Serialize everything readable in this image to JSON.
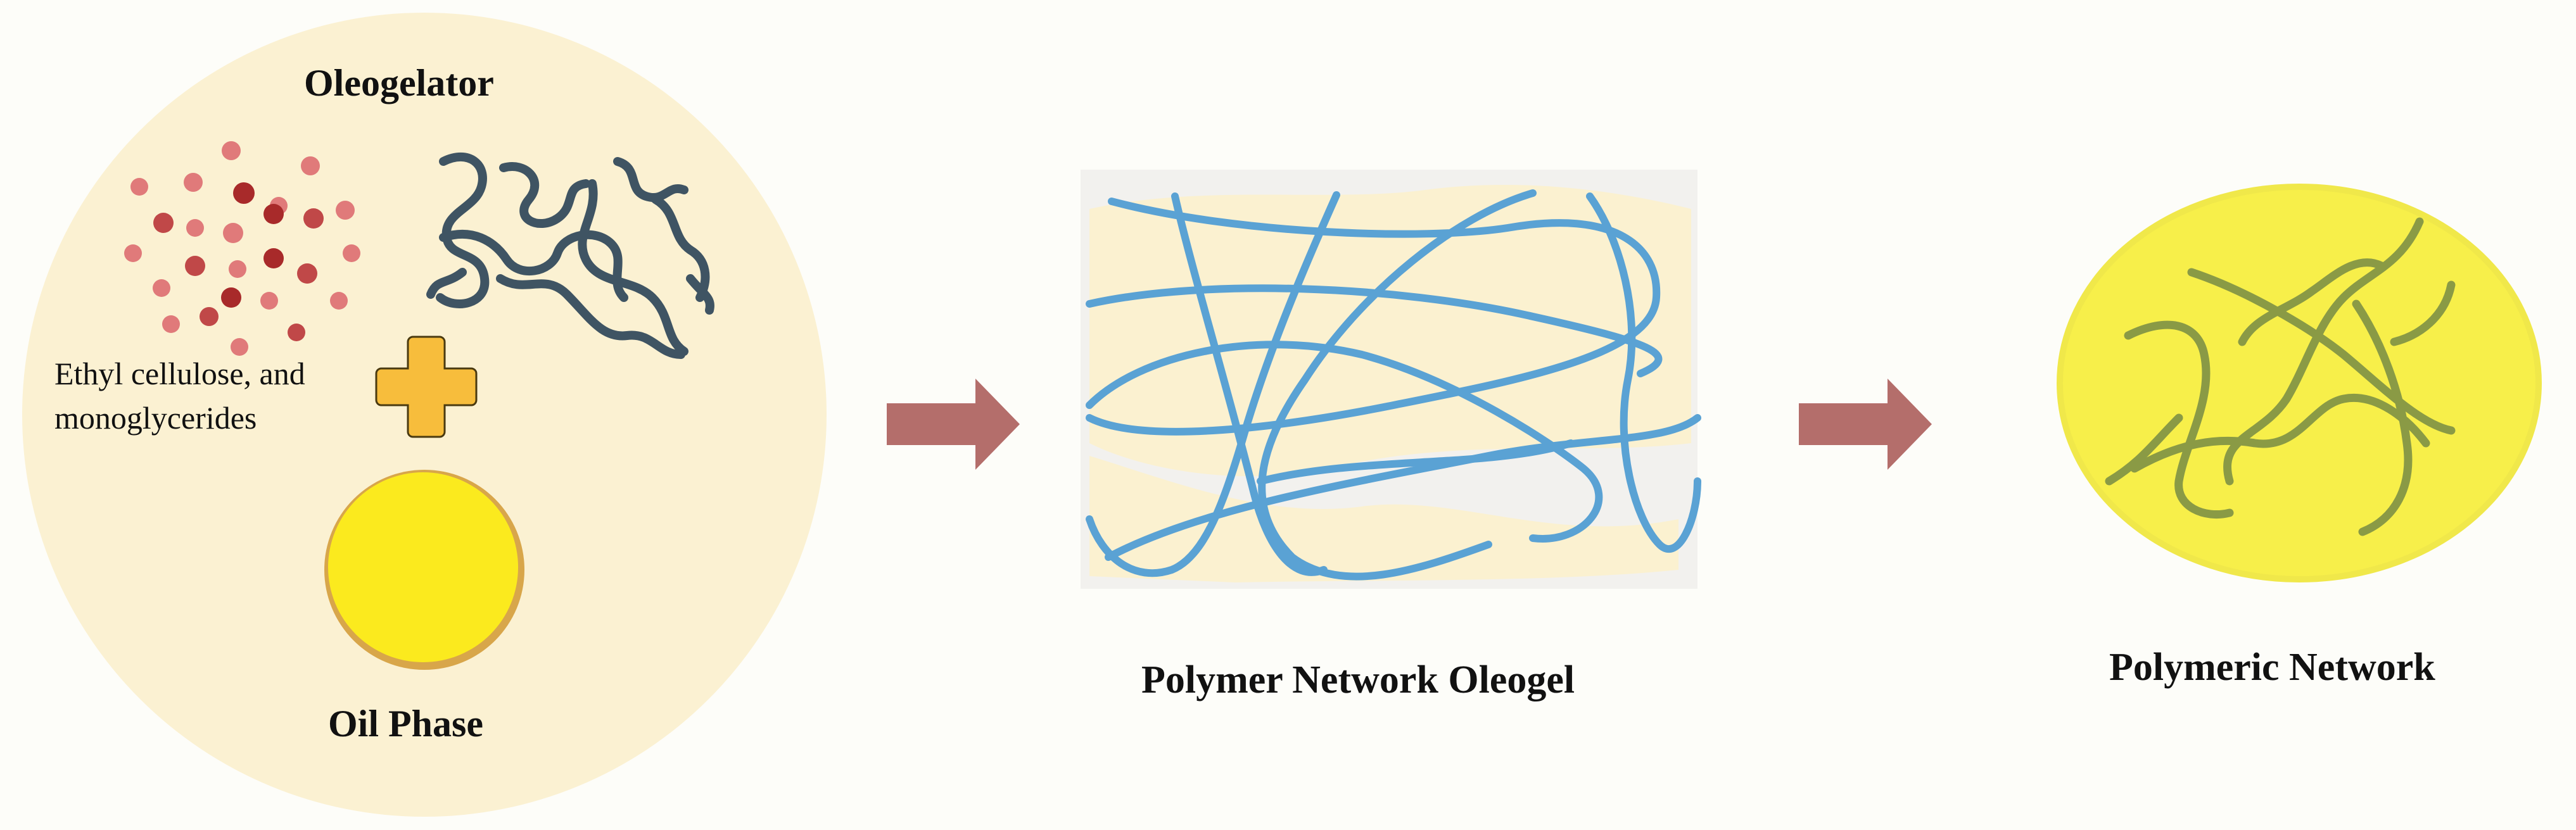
{
  "labels": {
    "oleogelator": "Oleogelator",
    "ingredients": "Ethyl cellulose, and\nmonoglycerides",
    "oil_phase": "Oil Phase",
    "polymer_network_oleogel": "Polymer Network Oleogel",
    "polymeric_network": "Polymeric Network"
  },
  "colors": {
    "background": "#fdfdf9",
    "ingredient_circle": "#fbf1d2",
    "dots_light": "#e07a7a",
    "dots_dark": "#a82a2a",
    "polymer_coil": "#3f5463",
    "plus_sign": "#f7bd3c",
    "oil_droplet": "#fbea1e",
    "oil_droplet_rim": "#d8a64a",
    "arrow": "#b46e6b",
    "network_fiber": "#5aa2d4",
    "network_background": "#f2f1ee",
    "network_oil_patches": "#fbf1d0",
    "polymeric_fill": "#f7ef4a",
    "polymeric_rim": "#f0e84a",
    "polymeric_strands": "#8a9a45"
  },
  "icons": [
    "plus-icon",
    "right-arrow-icon"
  ]
}
